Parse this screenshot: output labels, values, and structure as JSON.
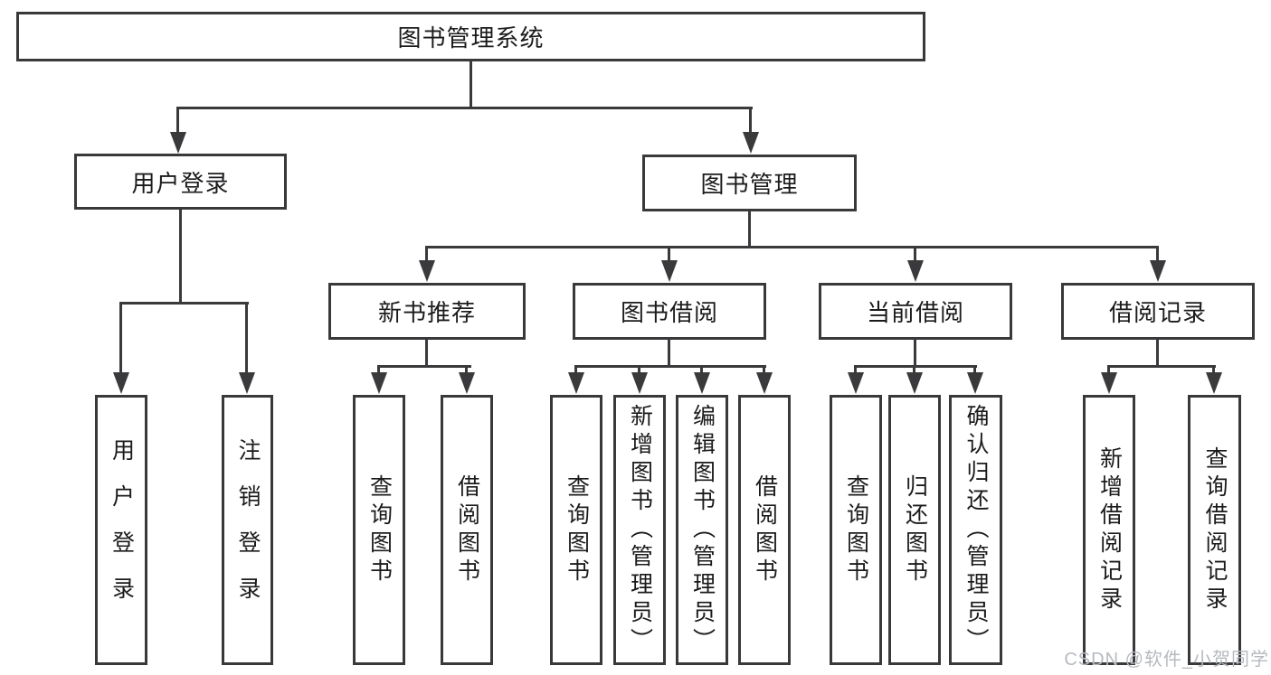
{
  "diagram": {
    "type": "hierarchy-tree",
    "root": {
      "label": "图书管理系统"
    },
    "branches": [
      {
        "label": "用户登录",
        "children": [
          {
            "label": "用户登录"
          },
          {
            "label": "注销登录"
          }
        ]
      },
      {
        "label": "图书管理",
        "children": [
          {
            "label": "新书推荐",
            "children": [
              {
                "label": "查询图书"
              },
              {
                "label": "借阅图书"
              }
            ]
          },
          {
            "label": "图书借阅",
            "children": [
              {
                "label": "查询图书"
              },
              {
                "label": "新增图书（管理员）"
              },
              {
                "label": "编辑图书（管理员）"
              },
              {
                "label": "借阅图书"
              }
            ]
          },
          {
            "label": "当前借阅",
            "children": [
              {
                "label": "查询图书"
              },
              {
                "label": "归还图书"
              },
              {
                "label": "确认归还（管理员）"
              }
            ]
          },
          {
            "label": "借阅记录",
            "children": [
              {
                "label": "新增借阅记录"
              },
              {
                "label": "查询借阅记录"
              }
            ]
          }
        ]
      }
    ],
    "watermark": "CSDN @软件_小贺同学",
    "colors": {
      "line": "#3a3a3c",
      "box_border": "#39393b",
      "box_fill": "#ffffff",
      "text": "#1b1b1d",
      "background": "#ffffff",
      "watermark": "#b6babf"
    }
  }
}
